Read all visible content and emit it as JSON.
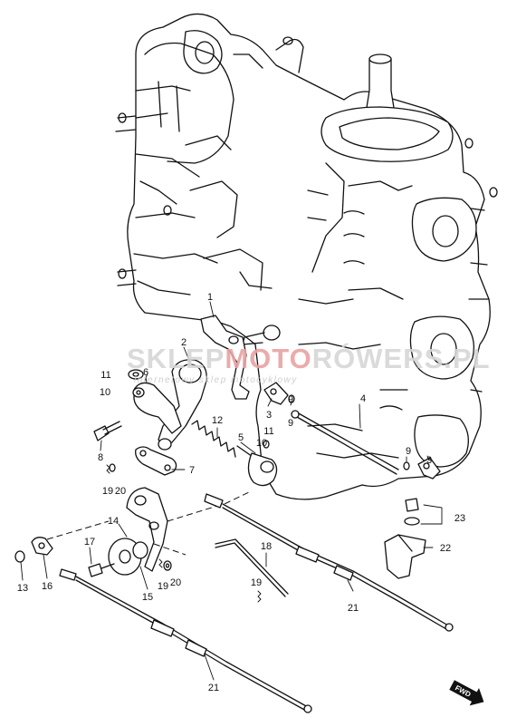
{
  "watermark": {
    "brand_part1": "SKLEP",
    "brand_part2": "MOTO",
    "brand_part3": "RÓWERS",
    "brand_domain": ".PL",
    "tagline": "internetowy sklep motocyklowy",
    "color_gray": "#d6d6d6",
    "color_red": "#e8a3a3"
  },
  "fwd_badge": "FWD",
  "callouts": [
    {
      "id": "c1",
      "label": "1"
    },
    {
      "id": "c2",
      "label": "2"
    },
    {
      "id": "c3a",
      "label": "3"
    },
    {
      "id": "c3b",
      "label": "3"
    },
    {
      "id": "c4",
      "label": "4"
    },
    {
      "id": "c5",
      "label": "5"
    },
    {
      "id": "c6",
      "label": "6"
    },
    {
      "id": "c7",
      "label": "7"
    },
    {
      "id": "c8",
      "label": "8"
    },
    {
      "id": "c9a",
      "label": "9"
    },
    {
      "id": "c9b",
      "label": "9"
    },
    {
      "id": "c9c",
      "label": "9"
    },
    {
      "id": "c10a",
      "label": "10"
    },
    {
      "id": "c10b",
      "label": "10"
    },
    {
      "id": "c11a",
      "label": "11"
    },
    {
      "id": "c11b",
      "label": "11"
    },
    {
      "id": "c12",
      "label": "12"
    },
    {
      "id": "c13",
      "label": "13"
    },
    {
      "id": "c14",
      "label": "14"
    },
    {
      "id": "c15",
      "label": "15"
    },
    {
      "id": "c16",
      "label": "16"
    },
    {
      "id": "c17",
      "label": "17"
    },
    {
      "id": "c18",
      "label": "18"
    },
    {
      "id": "c19a",
      "label": "19"
    },
    {
      "id": "c19b",
      "label": "19"
    },
    {
      "id": "c19c",
      "label": "19"
    },
    {
      "id": "c20a",
      "label": "20"
    },
    {
      "id": "c20b",
      "label": "20"
    },
    {
      "id": "c21a",
      "label": "21"
    },
    {
      "id": "c21b",
      "label": "21"
    },
    {
      "id": "c22",
      "label": "22"
    },
    {
      "id": "c23",
      "label": "23"
    }
  ]
}
